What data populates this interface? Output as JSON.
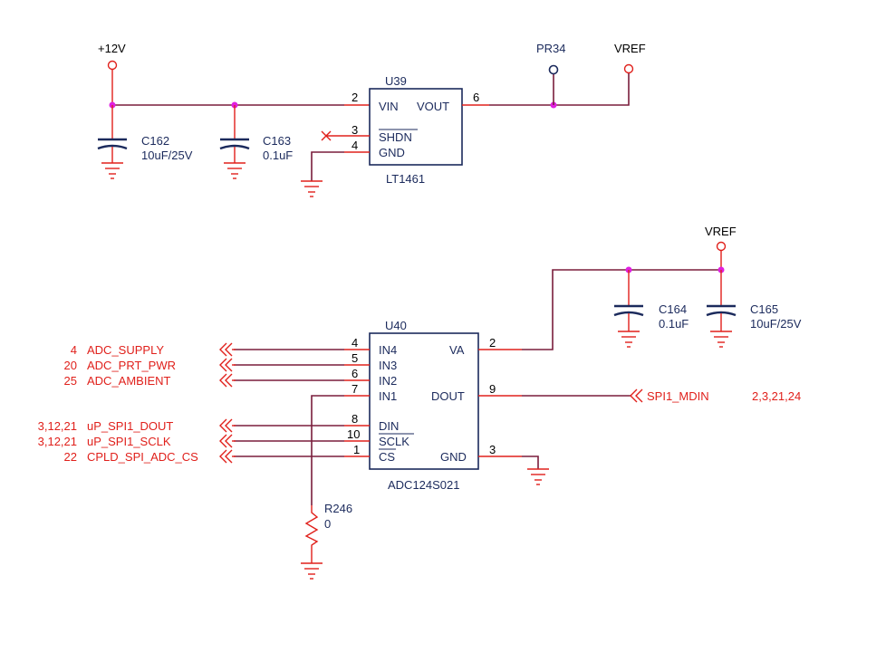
{
  "power": {
    "p12v": "+12V",
    "vref_top": "VREF",
    "vref_bottom": "VREF",
    "pr34": "PR34"
  },
  "u39": {
    "ref": "U39",
    "part": "LT1461",
    "pins": {
      "vin": {
        "name": "VIN",
        "num": "2"
      },
      "vout": {
        "name": "VOUT",
        "num": "6"
      },
      "shdn": {
        "name": "SHDN",
        "num": "3"
      },
      "gnd": {
        "name": "GND",
        "num": "4"
      }
    }
  },
  "caps": {
    "c162": {
      "ref": "C162",
      "value": "10uF/25V"
    },
    "c163": {
      "ref": "C163",
      "value": "0.1uF"
    },
    "c164": {
      "ref": "C164",
      "value": "0.1uF"
    },
    "c165": {
      "ref": "C165",
      "value": "10uF/25V"
    }
  },
  "u40": {
    "ref": "U40",
    "part": "ADC124S021",
    "pins": {
      "in4": {
        "name": "IN4",
        "num": "4"
      },
      "in3": {
        "name": "IN3",
        "num": "5"
      },
      "in2": {
        "name": "IN2",
        "num": "6"
      },
      "in1": {
        "name": "IN1",
        "num": "7"
      },
      "din": {
        "name": "DIN",
        "num": "8"
      },
      "sclk": {
        "name": "SCLK",
        "num": "10"
      },
      "cs": {
        "name": "CS",
        "num": "1"
      },
      "va": {
        "name": "VA",
        "num": "2"
      },
      "dout": {
        "name": "DOUT",
        "num": "9"
      },
      "gnd": {
        "name": "GND",
        "num": "3"
      }
    }
  },
  "r246": {
    "ref": "R246",
    "value": "0"
  },
  "nets": {
    "adc_supply": {
      "name": "ADC_SUPPLY",
      "pages": "4"
    },
    "adc_prt_pwr": {
      "name": "ADC_PRT_PWR",
      "pages": "20"
    },
    "adc_ambient": {
      "name": "ADC_AMBIENT",
      "pages": "25"
    },
    "spi_dout": {
      "name": "uP_SPI1_DOUT",
      "pages": "3,12,21"
    },
    "spi_sclk": {
      "name": "uP_SPI1_SCLK",
      "pages": "3,12,21"
    },
    "cpld_cs": {
      "name": "CPLD_SPI_ADC_CS",
      "pages": "22"
    },
    "spi_mdin": {
      "name": "SPI1_MDIN",
      "pages": "2,3,21,24"
    }
  },
  "colors": {
    "body": "#1b2a5c",
    "net_label": "#e0201b",
    "wire": "#7a1d3c",
    "junction": "#e020e0"
  }
}
